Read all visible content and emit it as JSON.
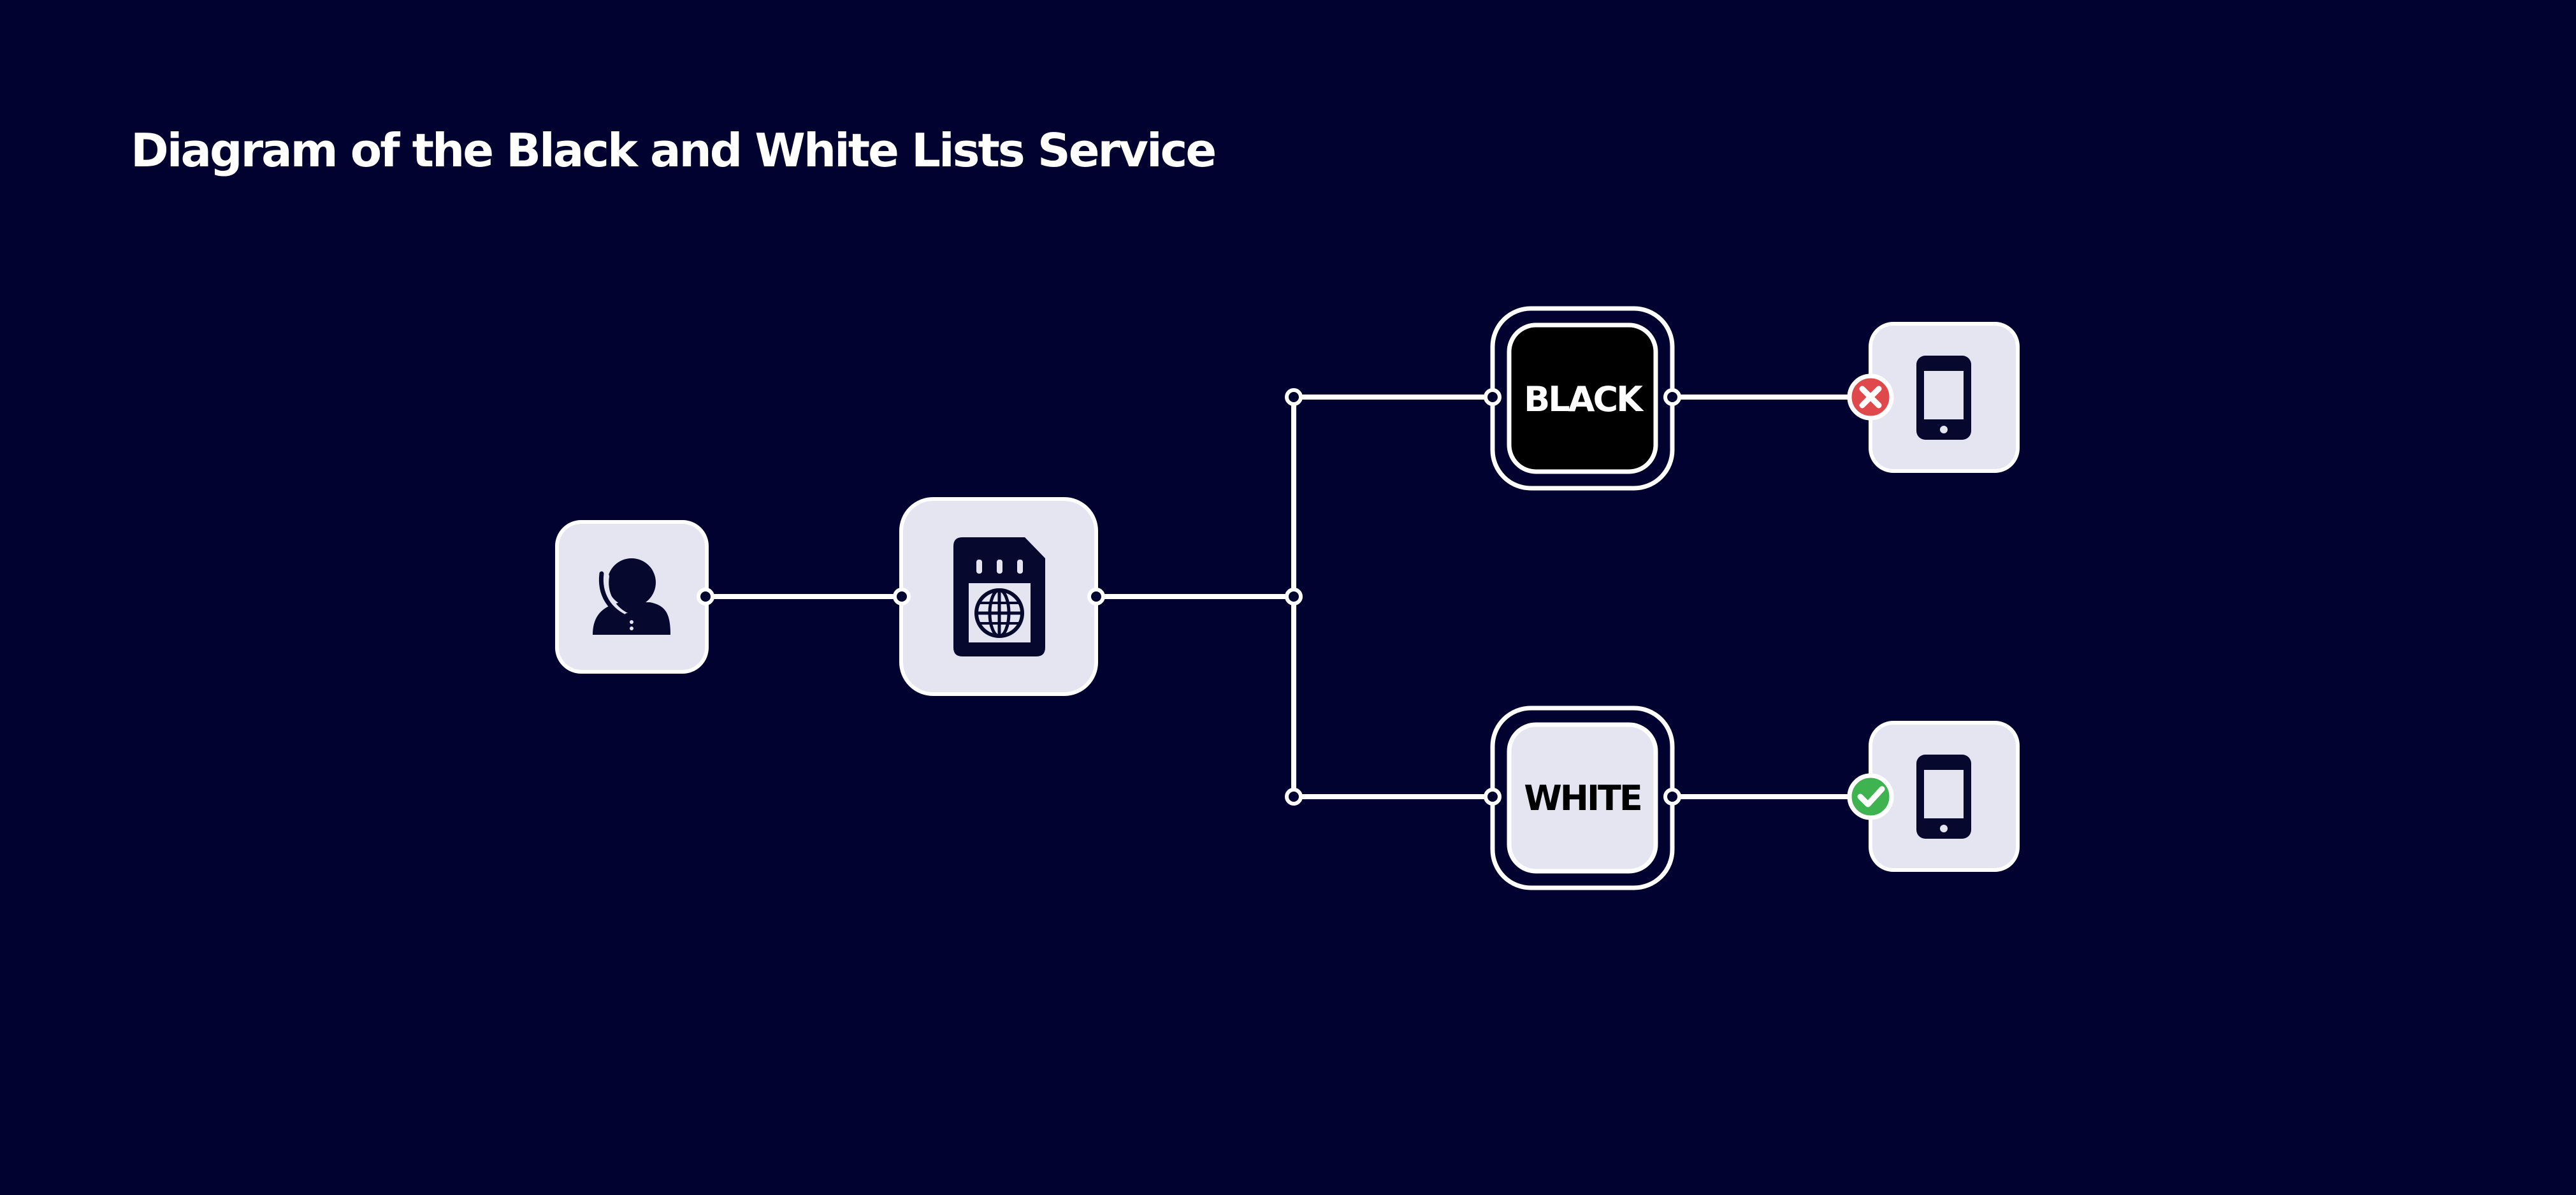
{
  "title": "Diagram of the Black and White Lists Service",
  "nodes": {
    "caller": {
      "icon": "call-center-operator-icon"
    },
    "sim": {
      "icon": "sim-card-globe-icon"
    },
    "black_list": {
      "label": "BLACK",
      "color": "#000000"
    },
    "white_list": {
      "label": "WHITE",
      "color": "#e4e5f1"
    },
    "phone_blocked": {
      "icon": "smartphone-icon",
      "status": "blocked",
      "status_icon": "cross-icon",
      "status_color": "#e0494b"
    },
    "phone_allowed": {
      "icon": "smartphone-icon",
      "status": "allowed",
      "status_icon": "check-icon",
      "status_color": "#3eb34f"
    }
  },
  "colors": {
    "background": "#020230",
    "node_fill": "#e4e5f1",
    "line": "#ffffff",
    "icon": "#06082e"
  }
}
